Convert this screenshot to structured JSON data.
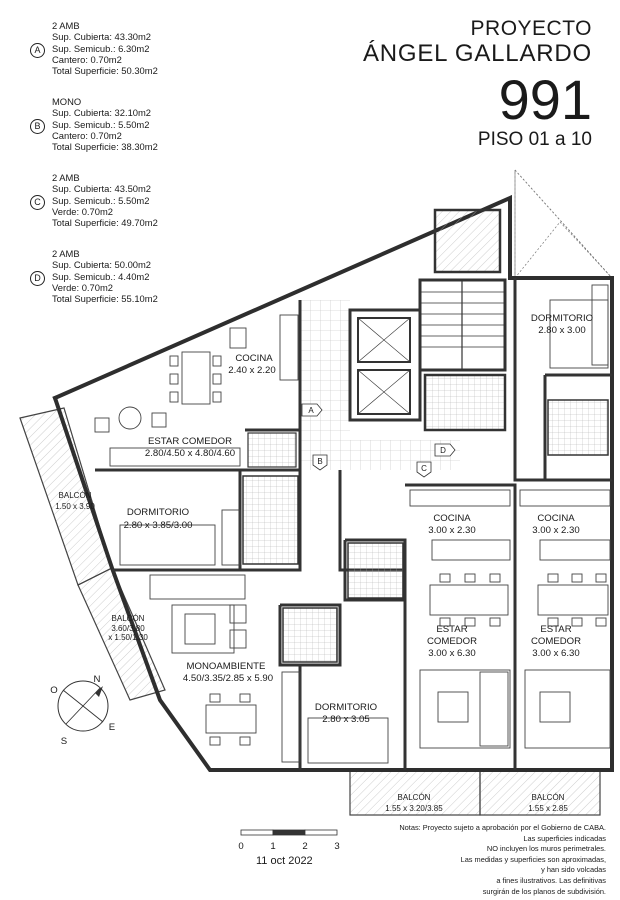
{
  "units": [
    {
      "letter": "A",
      "type": "2 AMB",
      "lines": [
        "Sup. Cubierta: 43.30m2",
        "Sup. Semicub.: 6.30m2",
        "Cantero: 0.70m2",
        "Total Superficie: 50.30m2"
      ]
    },
    {
      "letter": "B",
      "type": "MONO",
      "lines": [
        "Sup. Cubierta: 32.10m2",
        "Sup. Semicub.: 5.50m2",
        "Cantero: 0.70m2",
        "Total Superficie: 38.30m2"
      ]
    },
    {
      "letter": "C",
      "type": "2 AMB",
      "lines": [
        "Sup. Cubierta: 43.50m2",
        "Sup. Semicub.: 5.50m2",
        "Verde: 0.70m2",
        "Total Superficie: 49.70m2"
      ]
    },
    {
      "letter": "D",
      "type": "2 AMB",
      "lines": [
        "Sup. Cubierta: 50.00m2",
        "Sup. Semicub.: 4.40m2",
        "Verde: 0.70m2",
        "Total Superficie: 55.10m2"
      ]
    }
  ],
  "title": {
    "line1": "PROYECTO",
    "line2": "ÁNGEL GALLARDO",
    "number": "991",
    "floors": "PISO 01 a 10"
  },
  "rooms": {
    "cocina_a": {
      "name": "COCINA",
      "dims": "2.40 x 2.20"
    },
    "estar_a": {
      "name": "ESTAR COMEDOR",
      "dims": "2.80/4.50 x 4.80/4.60"
    },
    "balcon_a": {
      "name": "BALCÓN",
      "dims": "1.50 x 3.90"
    },
    "dormitorio_a": {
      "name": "DORMITORIO",
      "dims": "2.80 x 3.85/3.00"
    },
    "balcon_b": {
      "name": "BALCÓN",
      "dims1": "3.60/3.80",
      "dims2": "x 1.50/1.30"
    },
    "mono_b": {
      "name": "MONOAMBIENTE",
      "dims": "4.50/3.35/2.85 x 5.90"
    },
    "dormitorio_c": {
      "name": "DORMITORIO",
      "dims": "2.80 x 3.05"
    },
    "cocina_c": {
      "name": "COCINA",
      "dims": "3.00 x 2.30"
    },
    "estar_c": {
      "name1": "ESTAR",
      "name2": "COMEDOR",
      "dims": "3.00 x 6.30"
    },
    "balcon_c": {
      "name": "BALCÓN",
      "dims": "1.55 x 3.20/3.85"
    },
    "dormitorio_d": {
      "name": "DORMITORIO",
      "dims": "2.80 x 3.00"
    },
    "cocina_d": {
      "name": "COCINA",
      "dims": "3.00 x 2.30"
    },
    "estar_d": {
      "name1": "ESTAR",
      "name2": "COMEDOR",
      "dims": "3.00 x 6.30"
    },
    "balcon_d": {
      "name": "BALCÓN",
      "dims": "1.55 x 2.85"
    }
  },
  "markers": [
    "A",
    "B",
    "C",
    "D"
  ],
  "compass": {
    "n": "N",
    "s": "S",
    "e": "E",
    "o": "O"
  },
  "scale": {
    "ticks": [
      "0",
      "1",
      "2",
      "3"
    ],
    "date": "11 oct 2022"
  },
  "notes": [
    "Notas: Proyecto sujeto a aprobación por el Gobierno de CABA.",
    "Las superficies indicadas",
    "NO incluyen los muros perimetrales.",
    "Las medidas y superficies  son aproximadas,",
    "y han sido volcadas",
    "a fines ilustrativos. Las definitivas",
    "surgirán de los planos de subdivisión."
  ],
  "colors": {
    "wall": "#3a3a3a",
    "line": "#444444",
    "hatch": "#999999"
  }
}
